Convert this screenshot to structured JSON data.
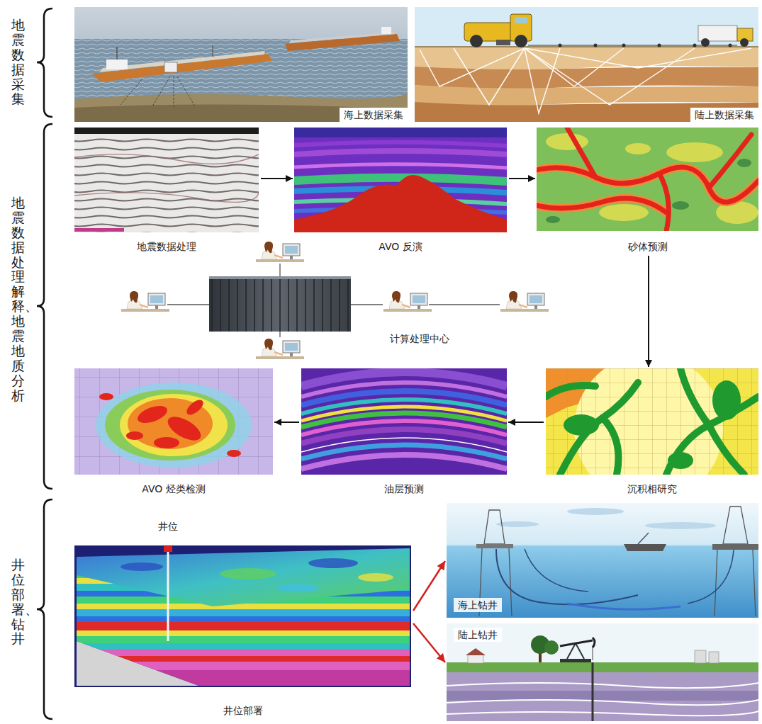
{
  "diagram": {
    "nodes": [
      {
        "text": [
          "海上数据采集"
        ]
      },
      {
        "text": [
          "陆上数据采集"
        ]
      },
      {
        "text": [
          "地震数据处理"
        ]
      },
      {
        "text": [
          "AVO 反演"
        ]
      },
      {
        "text": [
          "砂体预测"
        ]
      },
      {
        "text": [
          "计算处理中心"
        ]
      },
      {
        "text": [
          "AVO 烃类检测"
        ]
      },
      {
        "text": [
          "油层预测"
        ]
      },
      {
        "text": [
          "沉积相研究"
        ]
      },
      {
        "text": [
          "井位",
          "井位部署"
        ]
      },
      {
        "text": [
          "海上钻井"
        ]
      },
      {
        "text": [
          "陆上钻井"
        ]
      }
    ],
    "edges": [
      {
        "from": 2,
        "to": 3,
        "arrow": "to"
      },
      {
        "from": 3,
        "to": 4,
        "arrow": "to"
      },
      {
        "from": 4,
        "to": 8,
        "arrow": "to"
      },
      {
        "from": 8,
        "to": 7,
        "arrow": "to"
      },
      {
        "from": 7,
        "to": 6,
        "arrow": "to"
      },
      {
        "from": 9,
        "to": 10,
        "arrow": "to"
      },
      {
        "from": 9,
        "to": 11,
        "arrow": "to"
      }
    ],
    "labels": [
      "地震数据采集",
      "地震数据处理解释、地震地质分析",
      "井位部署、钻井"
    ]
  }
}
